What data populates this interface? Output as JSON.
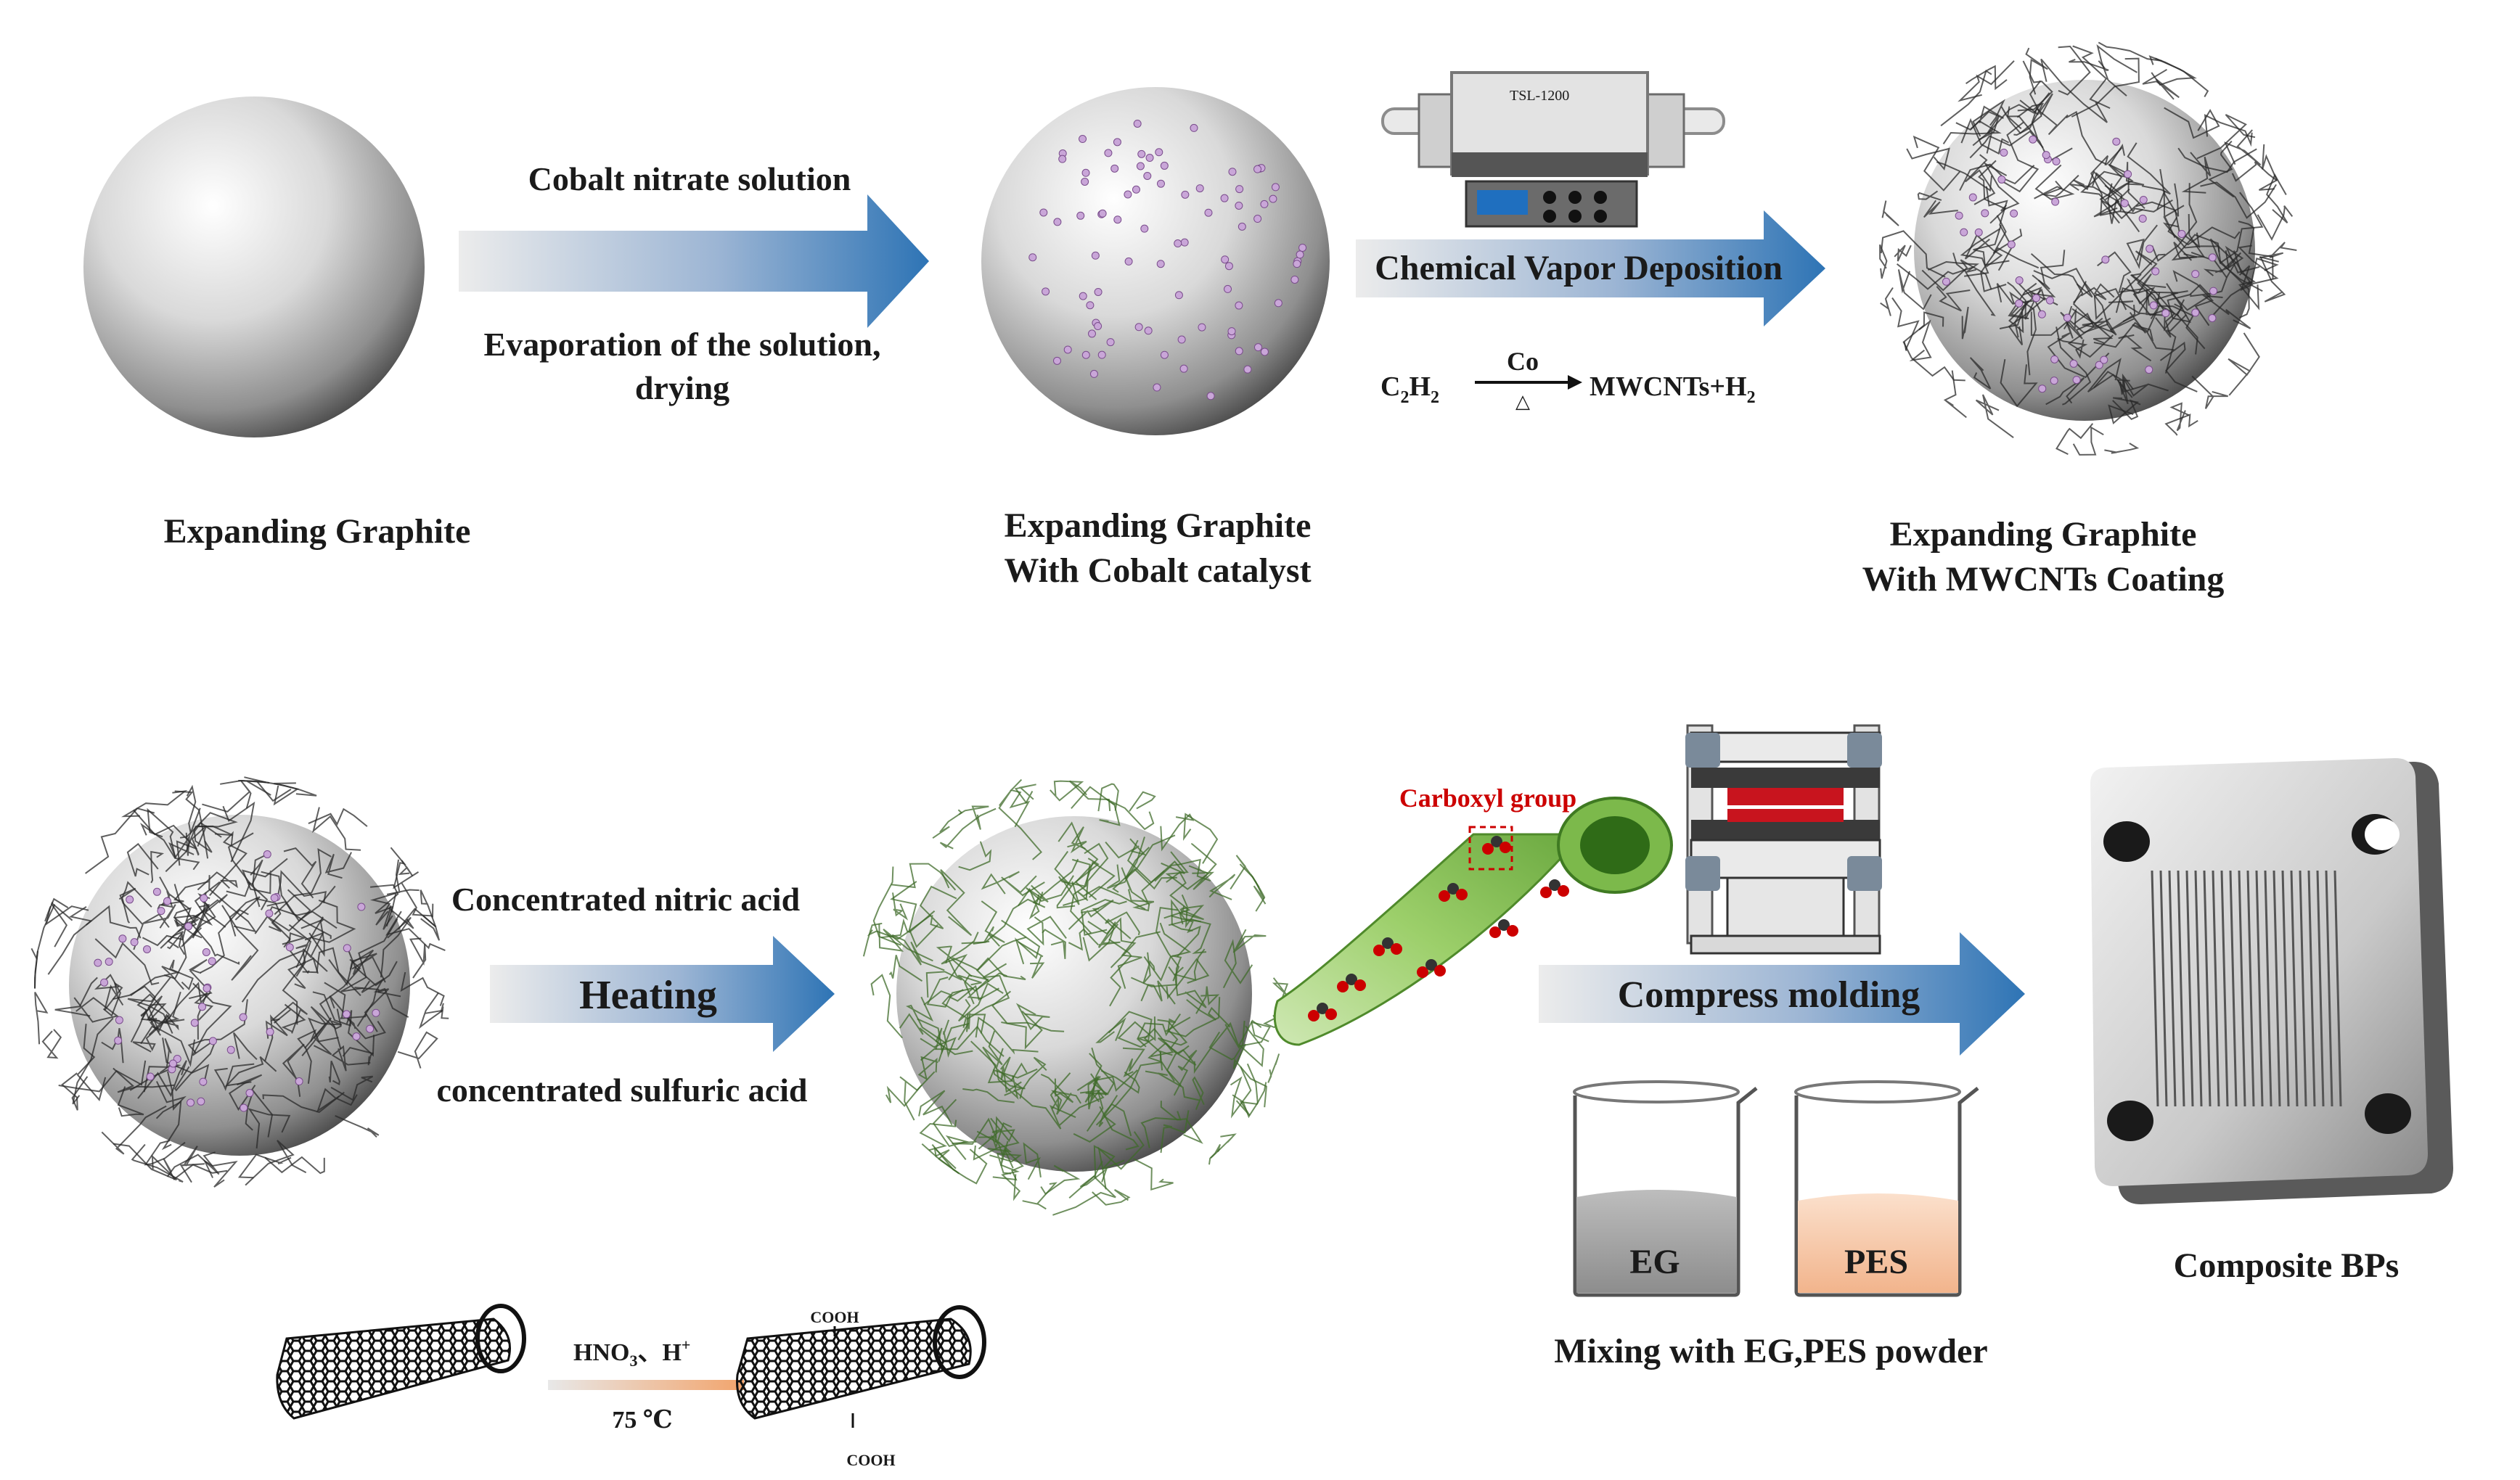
{
  "top_row": {
    "step1_label": "Expanding Graphite",
    "arrow1_above": "Cobalt nitrate solution",
    "arrow1_below_line1": "Evaporation of the solution,",
    "arrow1_below_line2": "drying",
    "step2_label_line1": "Expanding Graphite",
    "step2_label_line2": "With Cobalt catalyst",
    "furnace_model": "TSL-1200",
    "arrow2_label": "Chemical Vapor Deposition",
    "reaction": {
      "reactant": "C",
      "reactant_sub1": "2",
      "reactant_h": "H",
      "reactant_sub2": "2",
      "catalyst": "Co",
      "condition": "△",
      "product": "MWCNTs+H",
      "product_sub": "2"
    },
    "step3_label_line1": "Expanding Graphite",
    "step3_label_line2": "With MWCNTs Coating"
  },
  "bottom_row": {
    "arrow3_above": "Concentrated nitric acid",
    "arrow3_label": "Heating",
    "arrow3_below": "concentrated sulfuric acid",
    "carboxyl_label": "Carboxyl group",
    "arrow4_label": "Compress molding",
    "beaker1_label": "EG",
    "beaker2_label": "PES",
    "mixing_label": "Mixing with EG,PES powder",
    "product_label": "Composite BPs"
  },
  "inset": {
    "reagent": "HNO",
    "reagent_sub": "3",
    "reagent_sep": "、",
    "reagent2": "H",
    "reagent2_sup": "+",
    "temperature": "75 ℃",
    "cooh_top": "COOH",
    "cooh_bottom": "COOH"
  },
  "colors": {
    "arrow_blue": "#2e74b5",
    "arrow_grey": "#e6e6e6",
    "catalyst_dot": "#c9a6d8",
    "tube_green": "#9ccf6a",
    "carboxyl_red": "#cc0000",
    "press_red": "#c8141e",
    "beaker_pes": "#f4c5a6"
  }
}
